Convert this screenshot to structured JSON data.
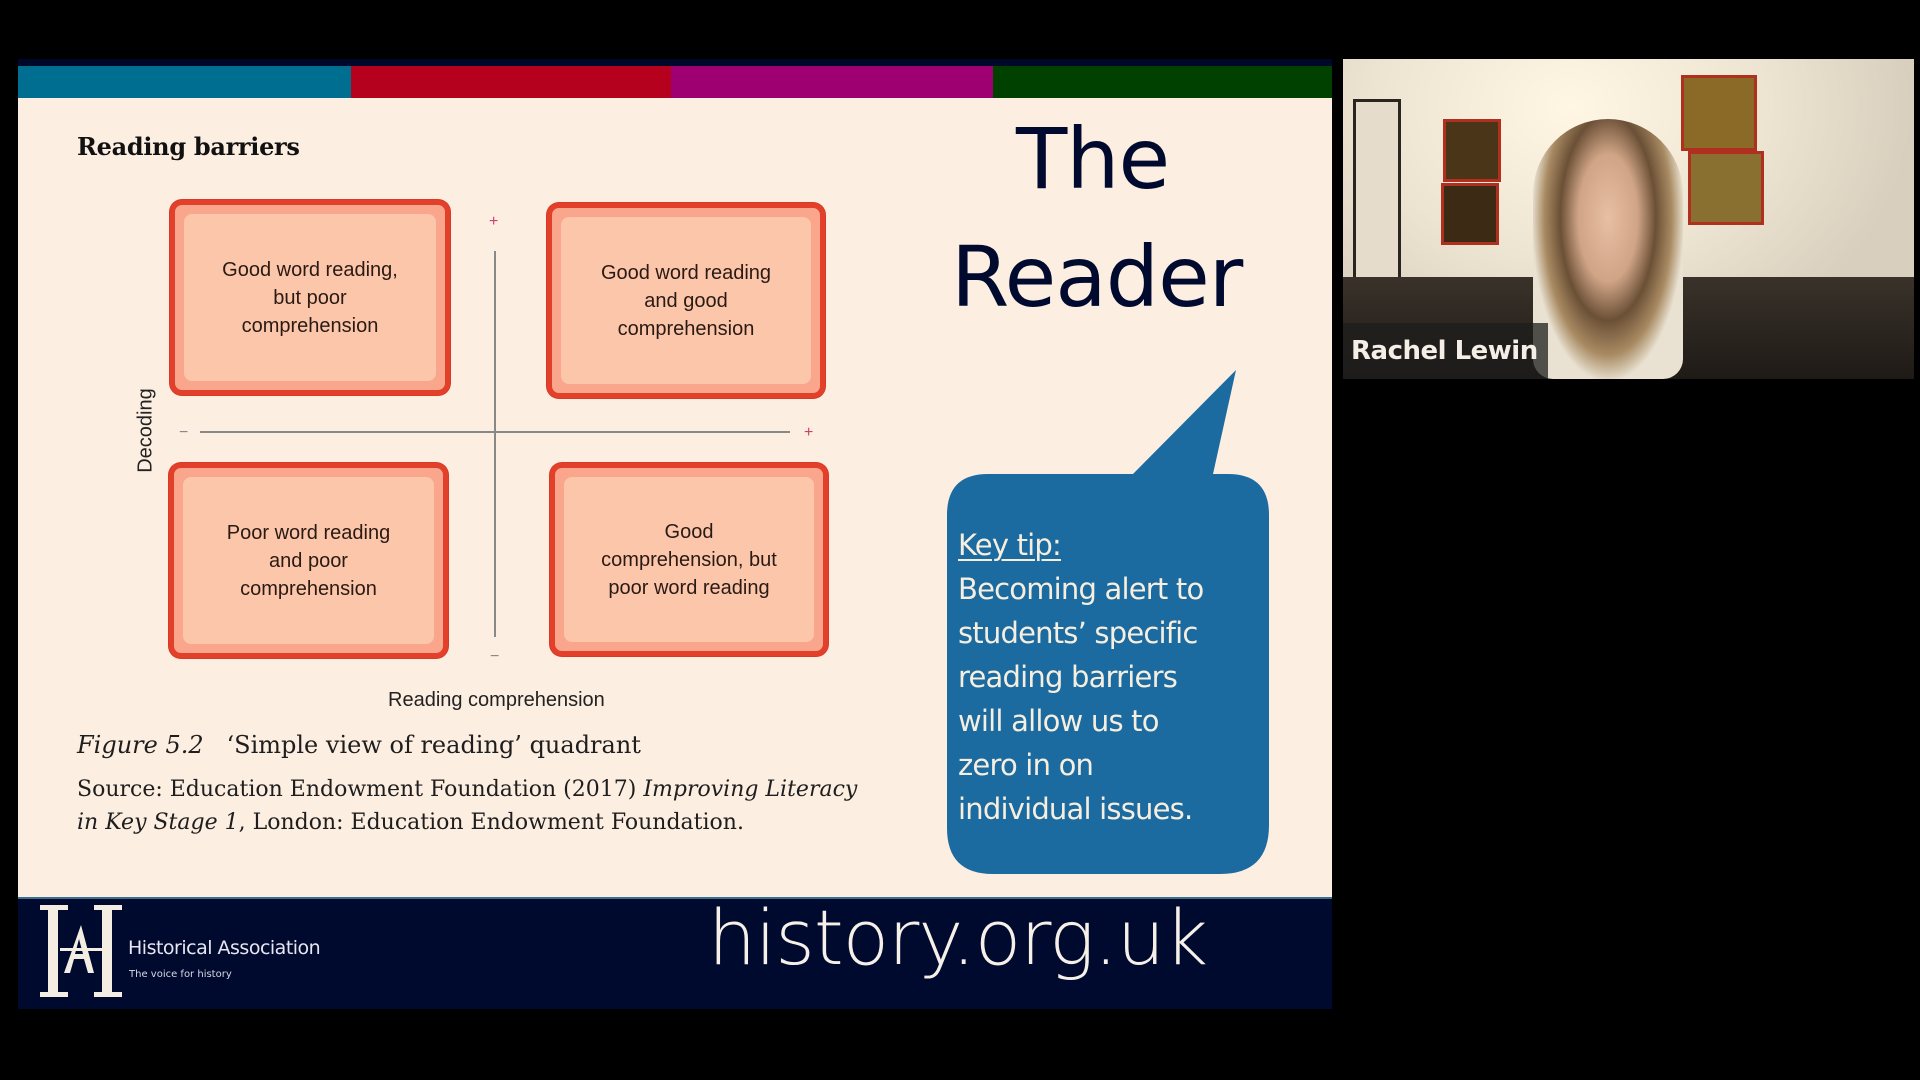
{
  "meeting": {
    "participant": {
      "name": "Rachel Lewin"
    }
  },
  "slide": {
    "color_bars": [
      {
        "color": "#006E91"
      },
      {
        "color": "#B5001E"
      },
      {
        "color": "#9E0072"
      },
      {
        "color": "#004100"
      }
    ],
    "heading": "Reading barriers",
    "title_lines": [
      "The",
      "Reader"
    ],
    "quadrant": {
      "boxes": {
        "top_left": "Good word reading,\nbut poor\ncomprehension",
        "top_right": "Good word reading\nand good\ncomprehension",
        "bottom_left": "Poor word reading\nand poor\ncomprehension",
        "bottom_right": "Good\ncomprehension, but\npoor word reading"
      },
      "y_axis_label": "Decoding",
      "x_axis_label": "Reading comprehension",
      "plus_mark": "+",
      "minus_mark": "−"
    },
    "figure_caption": {
      "label": "Figure 5.2",
      "title": "‘Simple view of reading’ quadrant"
    },
    "source": {
      "prefix": "Source: Education Endowment Foundation (2017) ",
      "italic_title_1": "Improving Literacy",
      "italic_title_2": "in Key Stage 1",
      "suffix": ", London: Education Endowment Foundation."
    },
    "key_tip": {
      "label": "Key tip:",
      "lines": [
        "Becoming alert to",
        "students’ specific",
        "reading barriers",
        "will allow us to",
        "zero in on",
        "individual issues."
      ],
      "bubble_color": "#1B6AA0"
    },
    "footer": {
      "org_name": "Historical Association",
      "tagline": "The voice for history",
      "url": "history.org.uk",
      "logo_letters": "IAI"
    }
  }
}
